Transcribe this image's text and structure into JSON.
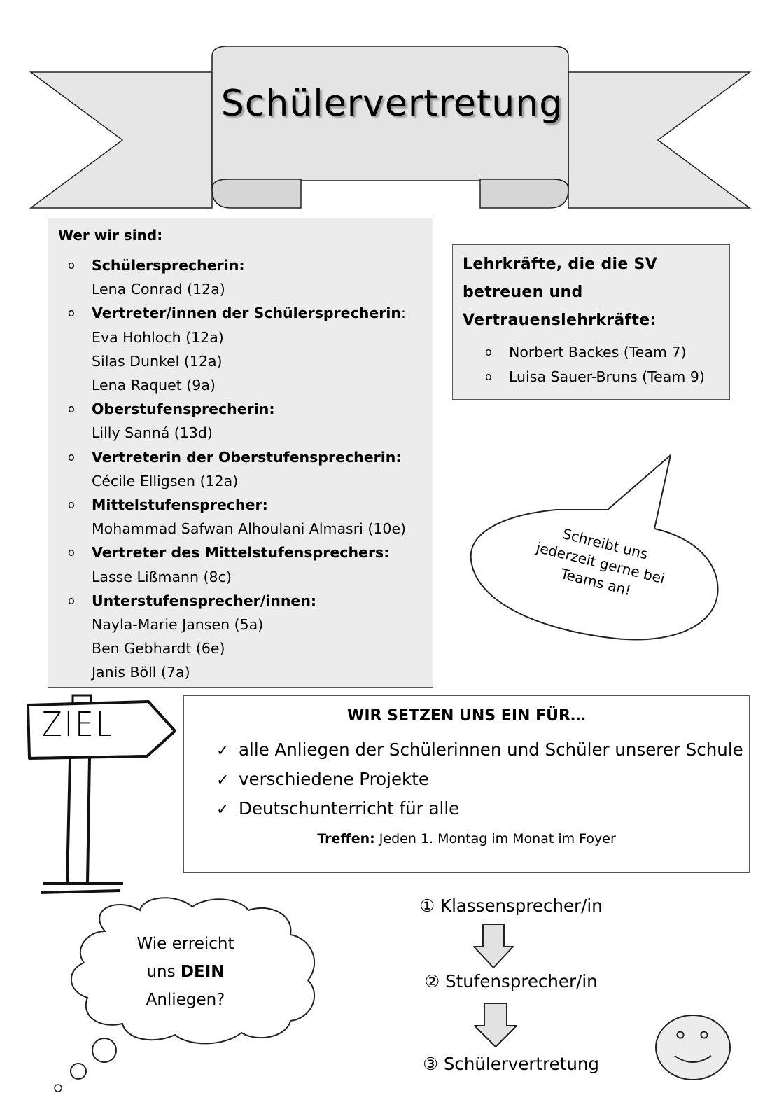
{
  "banner": {
    "title": "Schülervertretung"
  },
  "who": {
    "heading": "Wer wir sind:",
    "items": [
      {
        "role": "Schülersprecherin:",
        "names": [
          "Lena Conrad (12a)"
        ]
      },
      {
        "role": "Vertreter/innen der Schülersprecherin",
        "role_suffix": ":",
        "names": [
          "Eva Hohloch (12a)",
          "Silas Dunkel (12a)",
          "Lena Raquet (9a)"
        ]
      },
      {
        "role": "Oberstufensprecherin:",
        "names": [
          "Lilly Sanná (13d)"
        ]
      },
      {
        "role": "Vertreterin der Oberstufensprecherin:",
        "names": [
          "Cécile Elligsen (12a)"
        ]
      },
      {
        "role": "Mittelstufensprecher:",
        "names": [
          "Mohammad Safwan Alhoulani Almasri (10e)"
        ]
      },
      {
        "role": "Vertreter des Mittelstufensprechers:",
        "names": [
          "Lasse Lißmann (8c)"
        ]
      },
      {
        "role": "Unterstufensprecher/innen:",
        "names": [
          "Nayla-Marie Jansen (5a)",
          "Ben Gebhardt (6e)",
          "Janis Böll (7a)"
        ]
      }
    ],
    "bullet": "o"
  },
  "teachers": {
    "heading_lines": [
      "Lehrkräfte, die die SV",
      "betreuen und",
      "Vertrauenslehrkräfte:"
    ],
    "items": [
      "Norbert Backes (Team 7)",
      "Luisa Sauer-Bruns (Team 9)"
    ]
  },
  "speech_bubble": {
    "lines": [
      "Schreibt uns",
      "jederzeit gerne bei",
      "Teams an!"
    ]
  },
  "signpost": {
    "label": "ZIEL"
  },
  "goals": {
    "title": "WIR SETZEN UNS EIN FÜR…",
    "check": "✓",
    "items": [
      "alle Anliegen der Schülerinnen und Schüler unserer Schule",
      "verschiedene Projekte",
      "Deutschunterricht für alle"
    ],
    "meeting_label": "Treffen:",
    "meeting_text": "Jeden 1. Montag im Monat im Foyer"
  },
  "thought_cloud": {
    "line1": "Wie erreicht",
    "line2_pre": "uns ",
    "line2_bold": "DEIN",
    "line3": "Anliegen?"
  },
  "steps": [
    {
      "num": "①",
      "label": "Klassensprecher/in"
    },
    {
      "num": "②",
      "label": "Stufensprecher/in"
    },
    {
      "num": "③",
      "label": "Schülervertretung"
    }
  ]
}
